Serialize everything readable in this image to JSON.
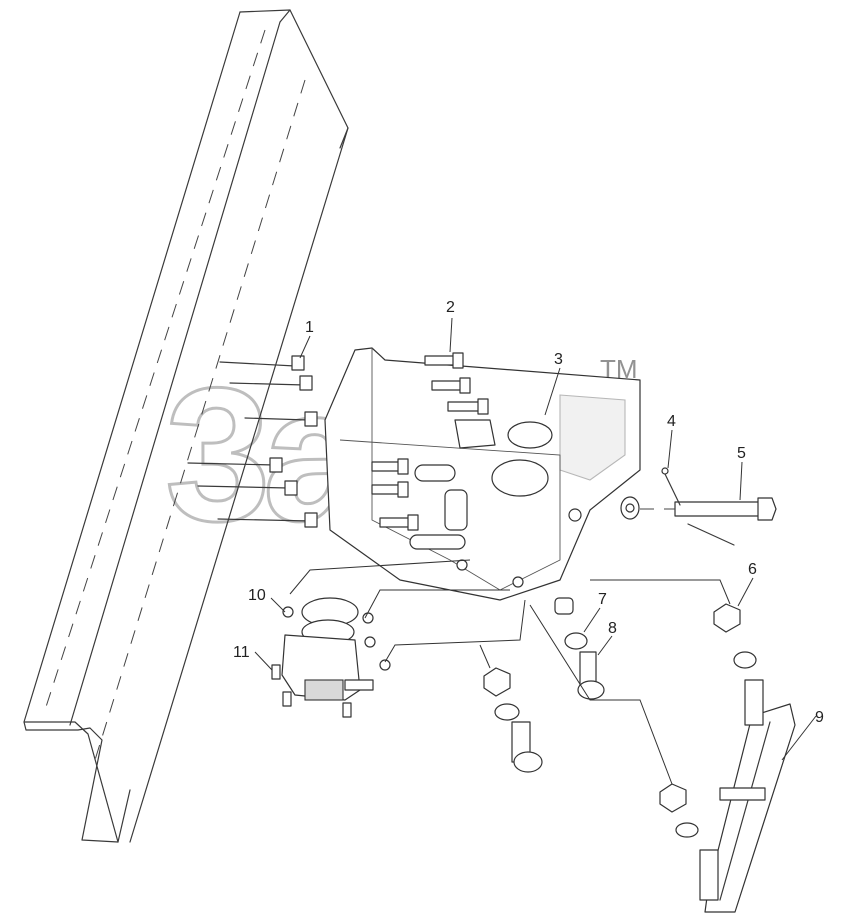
{
  "diagram": {
    "callouts": [
      {
        "id": "1",
        "label": "1"
      },
      {
        "id": "2",
        "label": "2"
      },
      {
        "id": "3",
        "label": "3"
      },
      {
        "id": "4",
        "label": "4"
      },
      {
        "id": "5",
        "label": "5"
      },
      {
        "id": "6",
        "label": "6"
      },
      {
        "id": "7",
        "label": "7"
      },
      {
        "id": "8",
        "label": "8"
      },
      {
        "id": "9",
        "label": "9"
      },
      {
        "id": "10",
        "label": "10"
      },
      {
        "id": "11",
        "label": "11"
      }
    ],
    "watermark": {
      "text": "3ab",
      "trademark": "TM"
    }
  }
}
